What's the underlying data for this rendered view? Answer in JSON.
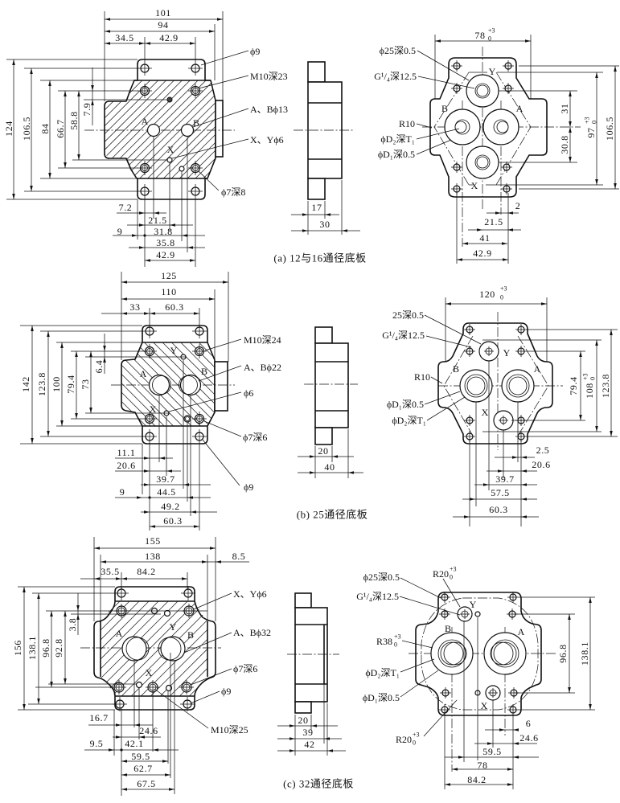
{
  "figure": {
    "plates": [
      {
        "caption": "(a) 12与16通径底板",
        "plan_view": {
          "top_dims": [
            "101",
            "94",
            "34.5",
            "42.9"
          ],
          "left_dims": [
            "124",
            "106.5",
            "84",
            "66.7",
            "58.8",
            "7.9"
          ],
          "bottom_dims": [
            "7.2",
            "21.5",
            "9",
            "31.8",
            "35.8",
            "42.9"
          ],
          "port_labels": [
            "A",
            "B",
            "X"
          ],
          "callouts": [
            "ϕ9",
            "M10深23",
            "A、Bϕ13",
            "X、Yϕ6",
            "ϕ7深8"
          ]
        },
        "side_view": {
          "bottom_dims": [
            "17",
            "30"
          ]
        },
        "mounting_face": {
          "top_dim": {
            "value": "78",
            "upper_tol": "+3",
            "lower_tol": "0"
          },
          "right_dims": [
            {
              "value": "31"
            },
            {
              "value": "30.8"
            },
            {
              "value": "97",
              "upper_tol": "+3",
              "lower_tol": "0"
            },
            {
              "value": "106.5"
            }
          ],
          "bottom_dims": [
            "2",
            "21.5",
            "41",
            "42.9"
          ],
          "port_labels": [
            "Y",
            "B",
            "A",
            "X"
          ],
          "callouts": [
            "ϕ25深0.5",
            "G¹/₄深12.5",
            "R10",
            "ϕD₂深T₁",
            "ϕD₁深0.5"
          ]
        }
      },
      {
        "caption": "(b) 25通径底板",
        "plan_view": {
          "top_dims": [
            "125",
            "110",
            "33",
            "60.3"
          ],
          "left_dims": [
            "142",
            "123.8",
            "100",
            "79.4",
            "73",
            "6.4"
          ],
          "bottom_dims": [
            "11.1",
            "20.6",
            "39.7",
            "9",
            "44.5",
            "49.2",
            "60.3"
          ],
          "port_labels": [
            "Y",
            "A",
            "B",
            "X"
          ],
          "callouts": [
            "M10深24",
            "A、Bϕ22",
            "ϕ6",
            "ϕ7深6",
            "ϕ9"
          ]
        },
        "side_view": {
          "bottom_dims": [
            "20",
            "40"
          ]
        },
        "mounting_face": {
          "top_dim": {
            "value": "120",
            "upper_tol": "+3",
            "lower_tol": "0"
          },
          "right_dims": [
            {
              "value": "79.4"
            },
            {
              "value": "108",
              "upper_tol": "+3",
              "lower_tol": "0"
            },
            {
              "value": "123.8"
            }
          ],
          "bottom_dims": [
            "2.5",
            "20.6",
            "39.7",
            "57.5",
            "60.3"
          ],
          "port_labels": [
            "Y",
            "B",
            "A",
            "X"
          ],
          "callouts": [
            "25深0.5",
            "G¹/₄深12.5",
            "R10",
            "ϕD₁深0.5",
            "ϕD₂深T₁"
          ]
        }
      },
      {
        "caption": "(c) 32通径底板",
        "plan_view": {
          "top_dims": [
            "155",
            "138",
            "8.5",
            "35.5",
            "84.2"
          ],
          "left_dims": [
            "156",
            "138.1",
            "96.8",
            "92.8",
            "3.8"
          ],
          "bottom_dims": [
            "16.7",
            "24.6",
            "9.5",
            "42.1",
            "59.5",
            "62.7",
            "67.5"
          ],
          "port_labels": [
            "A",
            "Y",
            "B",
            "X"
          ],
          "callouts": [
            "X、Yϕ6",
            "A、Bϕ32",
            "ϕ7深6",
            "ϕ9",
            "M10深25"
          ]
        },
        "side_view": {
          "bottom_dims": [
            "20",
            "39",
            "42"
          ]
        },
        "mounting_face": {
          "right_dims": [
            {
              "value": "96.8"
            },
            {
              "value": "138.1"
            }
          ],
          "bottom_dims": [
            "6",
            "24.6",
            "59.5",
            "78",
            "84.2"
          ],
          "port_labels": [
            "Y",
            "B",
            "A",
            "X"
          ],
          "callouts": [
            "ϕ25深0.5",
            "G¹/₄深12.5",
            "ϕD₂深T₁",
            "ϕD₁深0.5"
          ],
          "toleranced_callouts": [
            {
              "text": "R20",
              "upper_tol": "+3",
              "lower_tol": "0"
            },
            {
              "text": "R38",
              "upper_tol": "+3",
              "lower_tol": "0"
            },
            {
              "text": "R20",
              "upper_tol": "+3",
              "lower_tol": "0"
            }
          ]
        }
      }
    ]
  }
}
